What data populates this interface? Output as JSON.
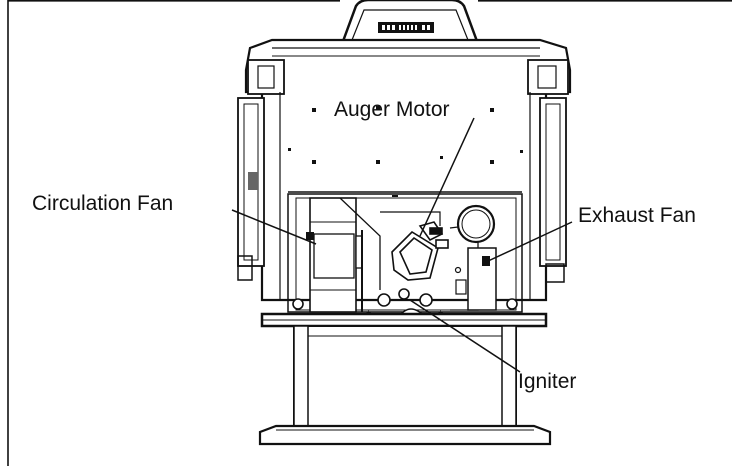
{
  "diagram": {
    "labels": {
      "auger_motor": "Auger Motor",
      "circulation_fan": "Circulation Fan",
      "exhaust_fan": "Exhaust Fan",
      "igniter": "Igniter"
    },
    "top_vent_marks": "000·00000·000"
  }
}
